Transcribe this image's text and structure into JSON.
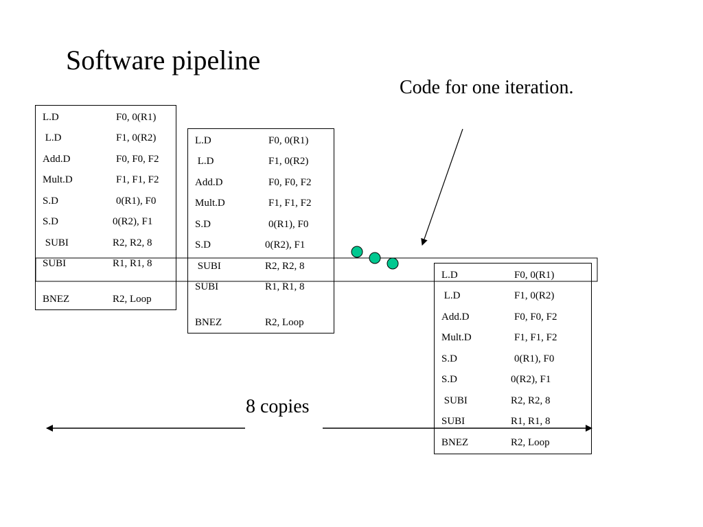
{
  "slide": {
    "title": "Software pipeline",
    "annotation": "Code for one iteration.",
    "copies_label": "8 copies"
  },
  "boxes": [
    {
      "lines": [
        {
          "op": "L.D",
          "args": "F0, 0(R1)"
        },
        {
          "op": " L.D",
          "args": "F1, 0(R2)"
        },
        {
          "op": "Add.D",
          "args": "F0, F0, F2"
        },
        {
          "op": "Mult.D",
          "args": "F1, F1, F2"
        },
        {
          "op": "S.D",
          "args": "0(R1), F0"
        },
        {
          "op": "S.D",
          "args": "0(R2), F1"
        },
        {
          "op": " SUBI",
          "args": "R2, R2, 8"
        },
        {
          "op": "SUBI",
          "args": "R1, R1, 8"
        },
        {
          "op": "BNEZ",
          "args": "R2, Loop"
        }
      ]
    },
    {
      "lines": [
        {
          "op": "L.D",
          "args": "F0, 0(R1)"
        },
        {
          "op": " L.D",
          "args": "F1, 0(R2)"
        },
        {
          "op": "Add.D",
          "args": "F0, F0, F2"
        },
        {
          "op": "Mult.D",
          "args": "F1, F1, F2"
        },
        {
          "op": "S.D",
          "args": "0(R1), F0"
        },
        {
          "op": "S.D",
          "args": "0(R2), F1"
        },
        {
          "op": " SUBI",
          "args": "R2, R2, 8"
        },
        {
          "op": "SUBI",
          "args": "R1, R1, 8"
        },
        {
          "op": "BNEZ",
          "args": "R2, Loop"
        }
      ]
    },
    {
      "lines": [
        {
          "op": "L.D",
          "args": "F0, 0(R1)"
        },
        {
          "op": " L.D",
          "args": "F1, 0(R2)"
        },
        {
          "op": "Add.D",
          "args": "F0, F0, F2"
        },
        {
          "op": "Mult.D",
          "args": "F1, F1, F2"
        },
        {
          "op": "S.D",
          "args": "0(R1), F0"
        },
        {
          "op": "S.D",
          "args": "0(R2), F1"
        },
        {
          "op": " SUBI",
          "args": "R2, R2, 8"
        },
        {
          "op": "SUBI",
          "args": "R1, R1, 8"
        },
        {
          "op": "BNEZ",
          "args": "R2, Loop"
        }
      ]
    }
  ],
  "colors": {
    "ellipsis_dot_fill": "#00c890",
    "stroke": "#000000"
  }
}
